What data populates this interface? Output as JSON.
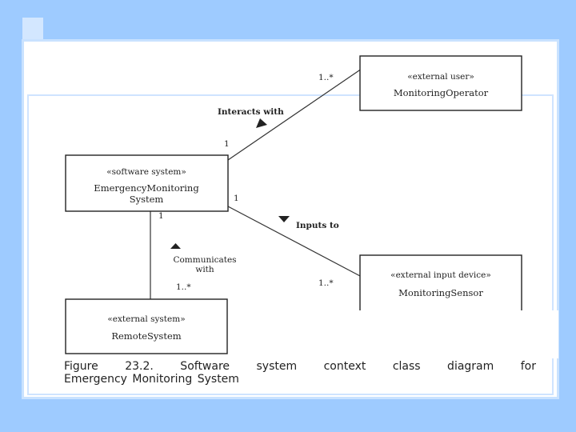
{
  "diagram": {
    "classes": {
      "system": {
        "stereotype": "«software system»",
        "name_line1": "EmergencyMonitoring",
        "name_line2": "System"
      },
      "operator": {
        "stereotype": "«external user»",
        "name": "MonitoringOperator"
      },
      "sensor": {
        "stereotype": "«external input device»",
        "name": "MonitoringSensor"
      },
      "remote": {
        "stereotype": "«external system»",
        "name": "RemoteSystem"
      }
    },
    "associations": {
      "interacts": {
        "label": "Interacts with",
        "mult_system": "1",
        "mult_other": "1..*"
      },
      "inputs": {
        "label": "Inputs to",
        "mult_system": "1",
        "mult_other": "1..*"
      },
      "communicates": {
        "label_line1": "Communicates",
        "label_line2": "with",
        "mult_system": "1",
        "mult_other": "1..*"
      }
    }
  },
  "caption": {
    "line1": "Figure 23.2. Software system context class diagram for",
    "line2": "Emergency Monitoring System"
  }
}
